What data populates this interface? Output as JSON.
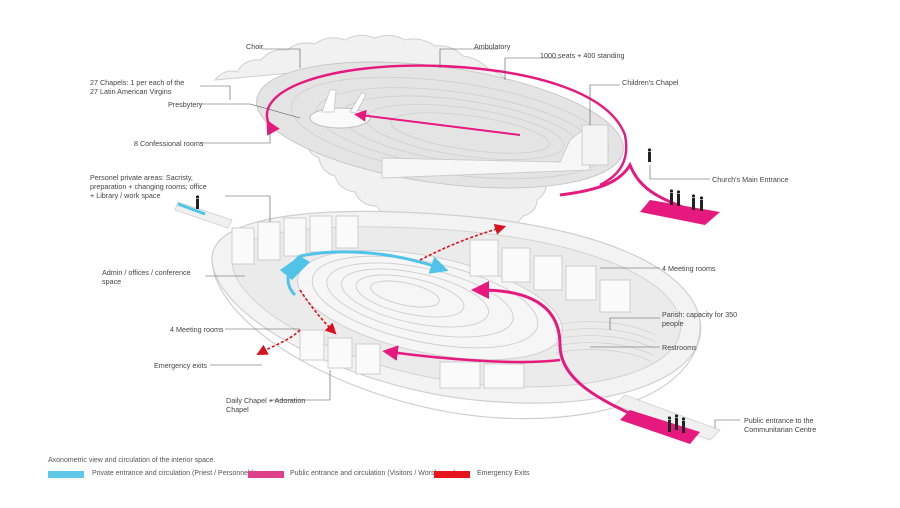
{
  "labels": {
    "choir": "Choir",
    "ambulatory": "Ambulatory",
    "seats": "1000 seats + 400 standing",
    "chapels_1": "27 Chapels: 1 per each of the",
    "chapels_2": "27 Latin American Virgins",
    "childrens_chapel": "Children's Chapel",
    "presbytery": "Presbytery",
    "confessional": "8 Confessional rooms",
    "main_entrance": "Church's Main Entrance",
    "personnel_1": "Personel private areas: Sacristy,",
    "personnel_2": "preparation + changing rooms; office",
    "personnel_3": "+ Library / work space",
    "meeting_rooms_right": "4 Meeting rooms",
    "admin_1": "Admin / offices / conference",
    "admin_2": "space",
    "parish_1": "Parish: capacity for 350",
    "parish_2": "people",
    "meeting_rooms_left": "4 Meeting rooms",
    "restrooms": "Restrooms",
    "emergency_exits": "Emergency exits",
    "daily_chapel_1": "Daily Chapel + Adoration",
    "daily_chapel_2": "Chapel",
    "public_entrance_1": "Public entrance to the",
    "public_entrance_2": "Communitarian Centre"
  },
  "caption": "Axonometric view and circulation of the interior space.",
  "legend": [
    {
      "label": "Private entrance and circulation (Priest / Personnel )",
      "color": "#5ec8e6"
    },
    {
      "label": "Public entrance and circulation (Visitors / Worshipers)",
      "color": "#e0408a"
    },
    {
      "label": "Emergency Exits",
      "color": "#e8141c"
    }
  ],
  "colors": {
    "private": "#4fc3e8",
    "public": "#e6197e",
    "emergency": "#d9121f"
  }
}
